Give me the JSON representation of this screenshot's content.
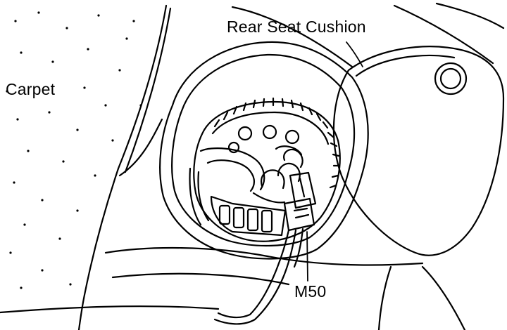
{
  "labels": {
    "rear_seat_cushion": "Rear Seat Cushion",
    "carpet": "Carpet",
    "connector": "M50"
  },
  "colors": {
    "ink": "#000000",
    "paper": "#ffffff"
  }
}
